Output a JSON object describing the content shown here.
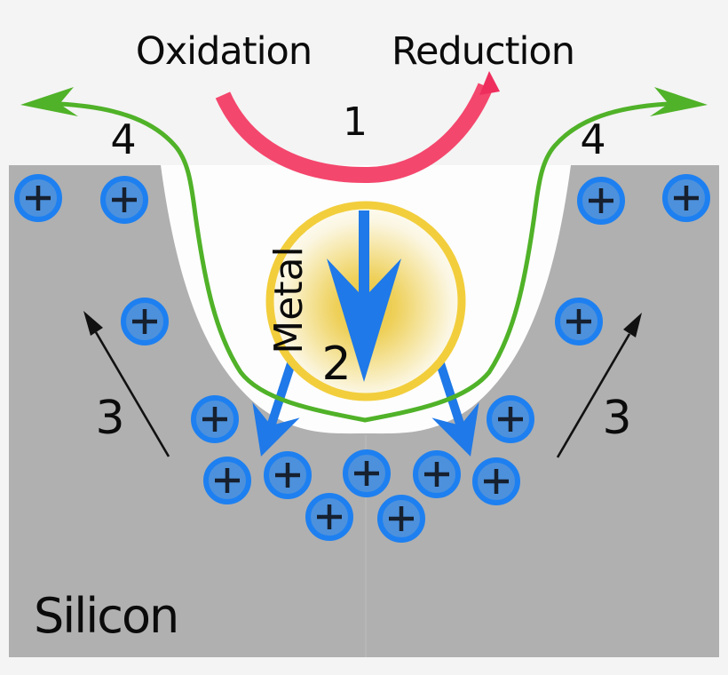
{
  "labels": {
    "oxidation": "Oxidation",
    "reduction": "Reduction",
    "metal": "Metal",
    "silicon": "Silicon"
  },
  "steps": {
    "s1": "1",
    "s2": "2",
    "s3": "3",
    "s4": "4"
  },
  "icons": {
    "positive_hole": "circle-plus-hole",
    "electron_flow_arrow": "green-barbed-arrow",
    "redox_cycle_arrow": "pink-curved-arrow",
    "metal_sink_arrow": "blue-barbed-down-arrow",
    "hole_diffusion_arrow": "thin-black-diagonal-arrow"
  },
  "colors": {
    "bg": "#f4f4f4",
    "pit": "#fdfdfd",
    "silicon": "#b0b0b0",
    "seam": "#bdbdbd",
    "hole_fill": "#4d91dc",
    "hole_ring": "#1e80f0",
    "hole_plus": "#16202f",
    "metal_ring": "#f2ce3c",
    "green": "#50b228",
    "pink": "#f4476d",
    "pink_head": "#ee2f5e",
    "blue_arrow": "#1f79e8",
    "black_arrow": "#111111",
    "text": "#0b0b0b"
  },
  "hole_count": 15
}
